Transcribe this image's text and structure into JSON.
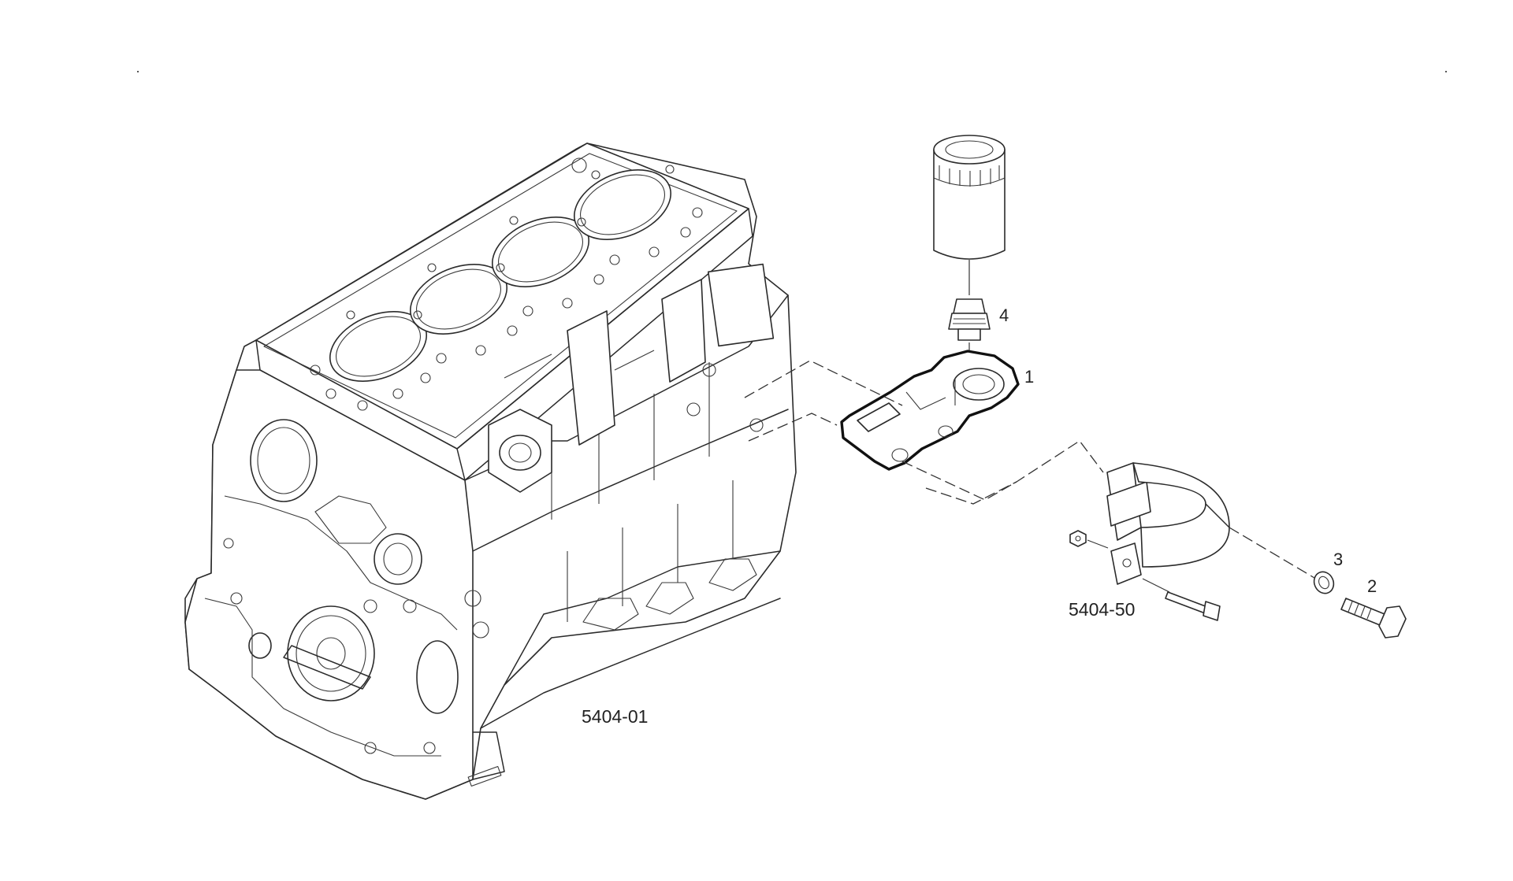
{
  "diagram": {
    "callouts": [
      {
        "id": "1",
        "text": "1"
      },
      {
        "id": "2",
        "text": "2"
      },
      {
        "id": "3",
        "text": "3"
      },
      {
        "id": "4",
        "text": "4"
      }
    ],
    "references": [
      {
        "id": "block",
        "text": "5404-01"
      },
      {
        "id": "bracket",
        "text": "5404-50"
      }
    ]
  }
}
